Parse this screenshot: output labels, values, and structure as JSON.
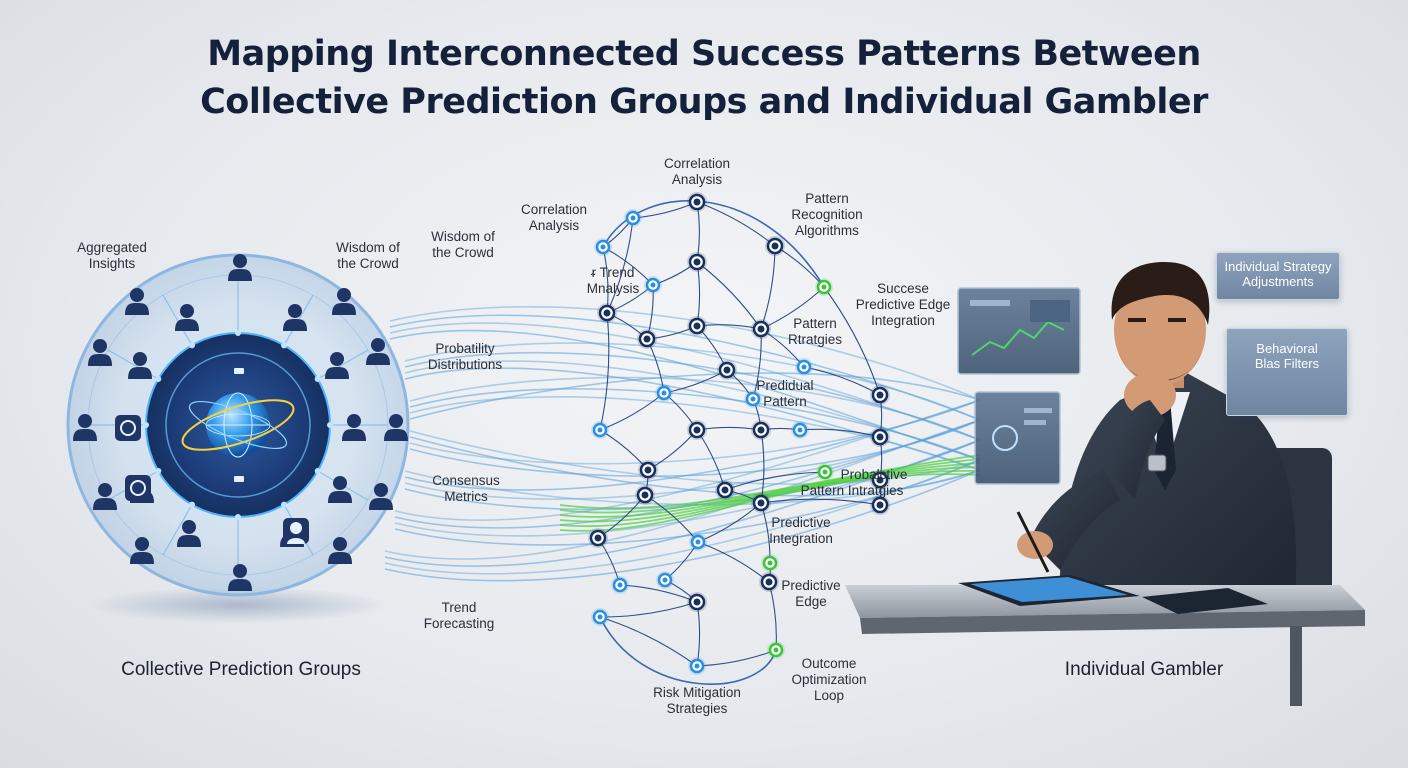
{
  "title": {
    "line1": "Mapping Interconnected Success Patterns Between",
    "line2": "Collective Prediction Groups and Individual Gambler"
  },
  "left_group": {
    "label": "Collective Prediction Groups",
    "aggregated_insights": [
      "Aggregated",
      "Insights"
    ],
    "wisdom_left": [
      "Wisdom of",
      "the Crowd"
    ]
  },
  "network_labels": {
    "wisdom_mid": [
      "Wisdom of",
      "the Crowd"
    ],
    "correlation_top": [
      "Correlation",
      "Analysis"
    ],
    "correlation_left": [
      "Correlation",
      "Analysis"
    ],
    "trend_analysis": [
      "ᵲ Trend",
      "Mnalysis"
    ],
    "pattern_recognition": [
      "Pattern",
      "Recognition",
      "Algorithms"
    ],
    "success_predictive": [
      "Succese",
      "Predictive Edge",
      "Integration"
    ],
    "probability": [
      "Probatility",
      "Distributions"
    ],
    "pattern_strategies": [
      "Pattern",
      "Rtratgies"
    ],
    "predidual_pattern": [
      "Predidual",
      "Pattern"
    ],
    "consensus": [
      "Consensus",
      "Metrics"
    ],
    "pattern_intra": "Pattern Intratgies",
    "probalctive": "Probalctive",
    "predictive_integration": [
      "Predictive",
      "Integration"
    ],
    "predictive_edge": [
      "Predictive",
      "Edge"
    ],
    "trend_forecasting": [
      "Trend",
      "Forecasting"
    ],
    "risk_mitigation": [
      "Risk Mitigation",
      "Strategies"
    ],
    "outcome": [
      "Outcome",
      "Optimization",
      "Loop"
    ]
  },
  "right_group": {
    "label": "Individual Gambler",
    "panel_strategy": [
      "Individual Strategy",
      "Adjustments"
    ],
    "panel_bias": [
      "Behavioral",
      "Blas Filters"
    ]
  },
  "colors": {
    "title": "#15213a",
    "node_dark": "#17305e",
    "node_blue": "#2a8fe0",
    "node_green": "#3cc23c",
    "flow_blue": "#5a9fd8",
    "flow_green": "#4ccd3f",
    "hub_glow": "#4fb3ff"
  },
  "icons": [
    "globe-icon",
    "person-icon",
    "gauge-icon",
    "person-female-icon",
    "tablet-icon",
    "monitor-icon",
    "man-gambler-figure"
  ]
}
